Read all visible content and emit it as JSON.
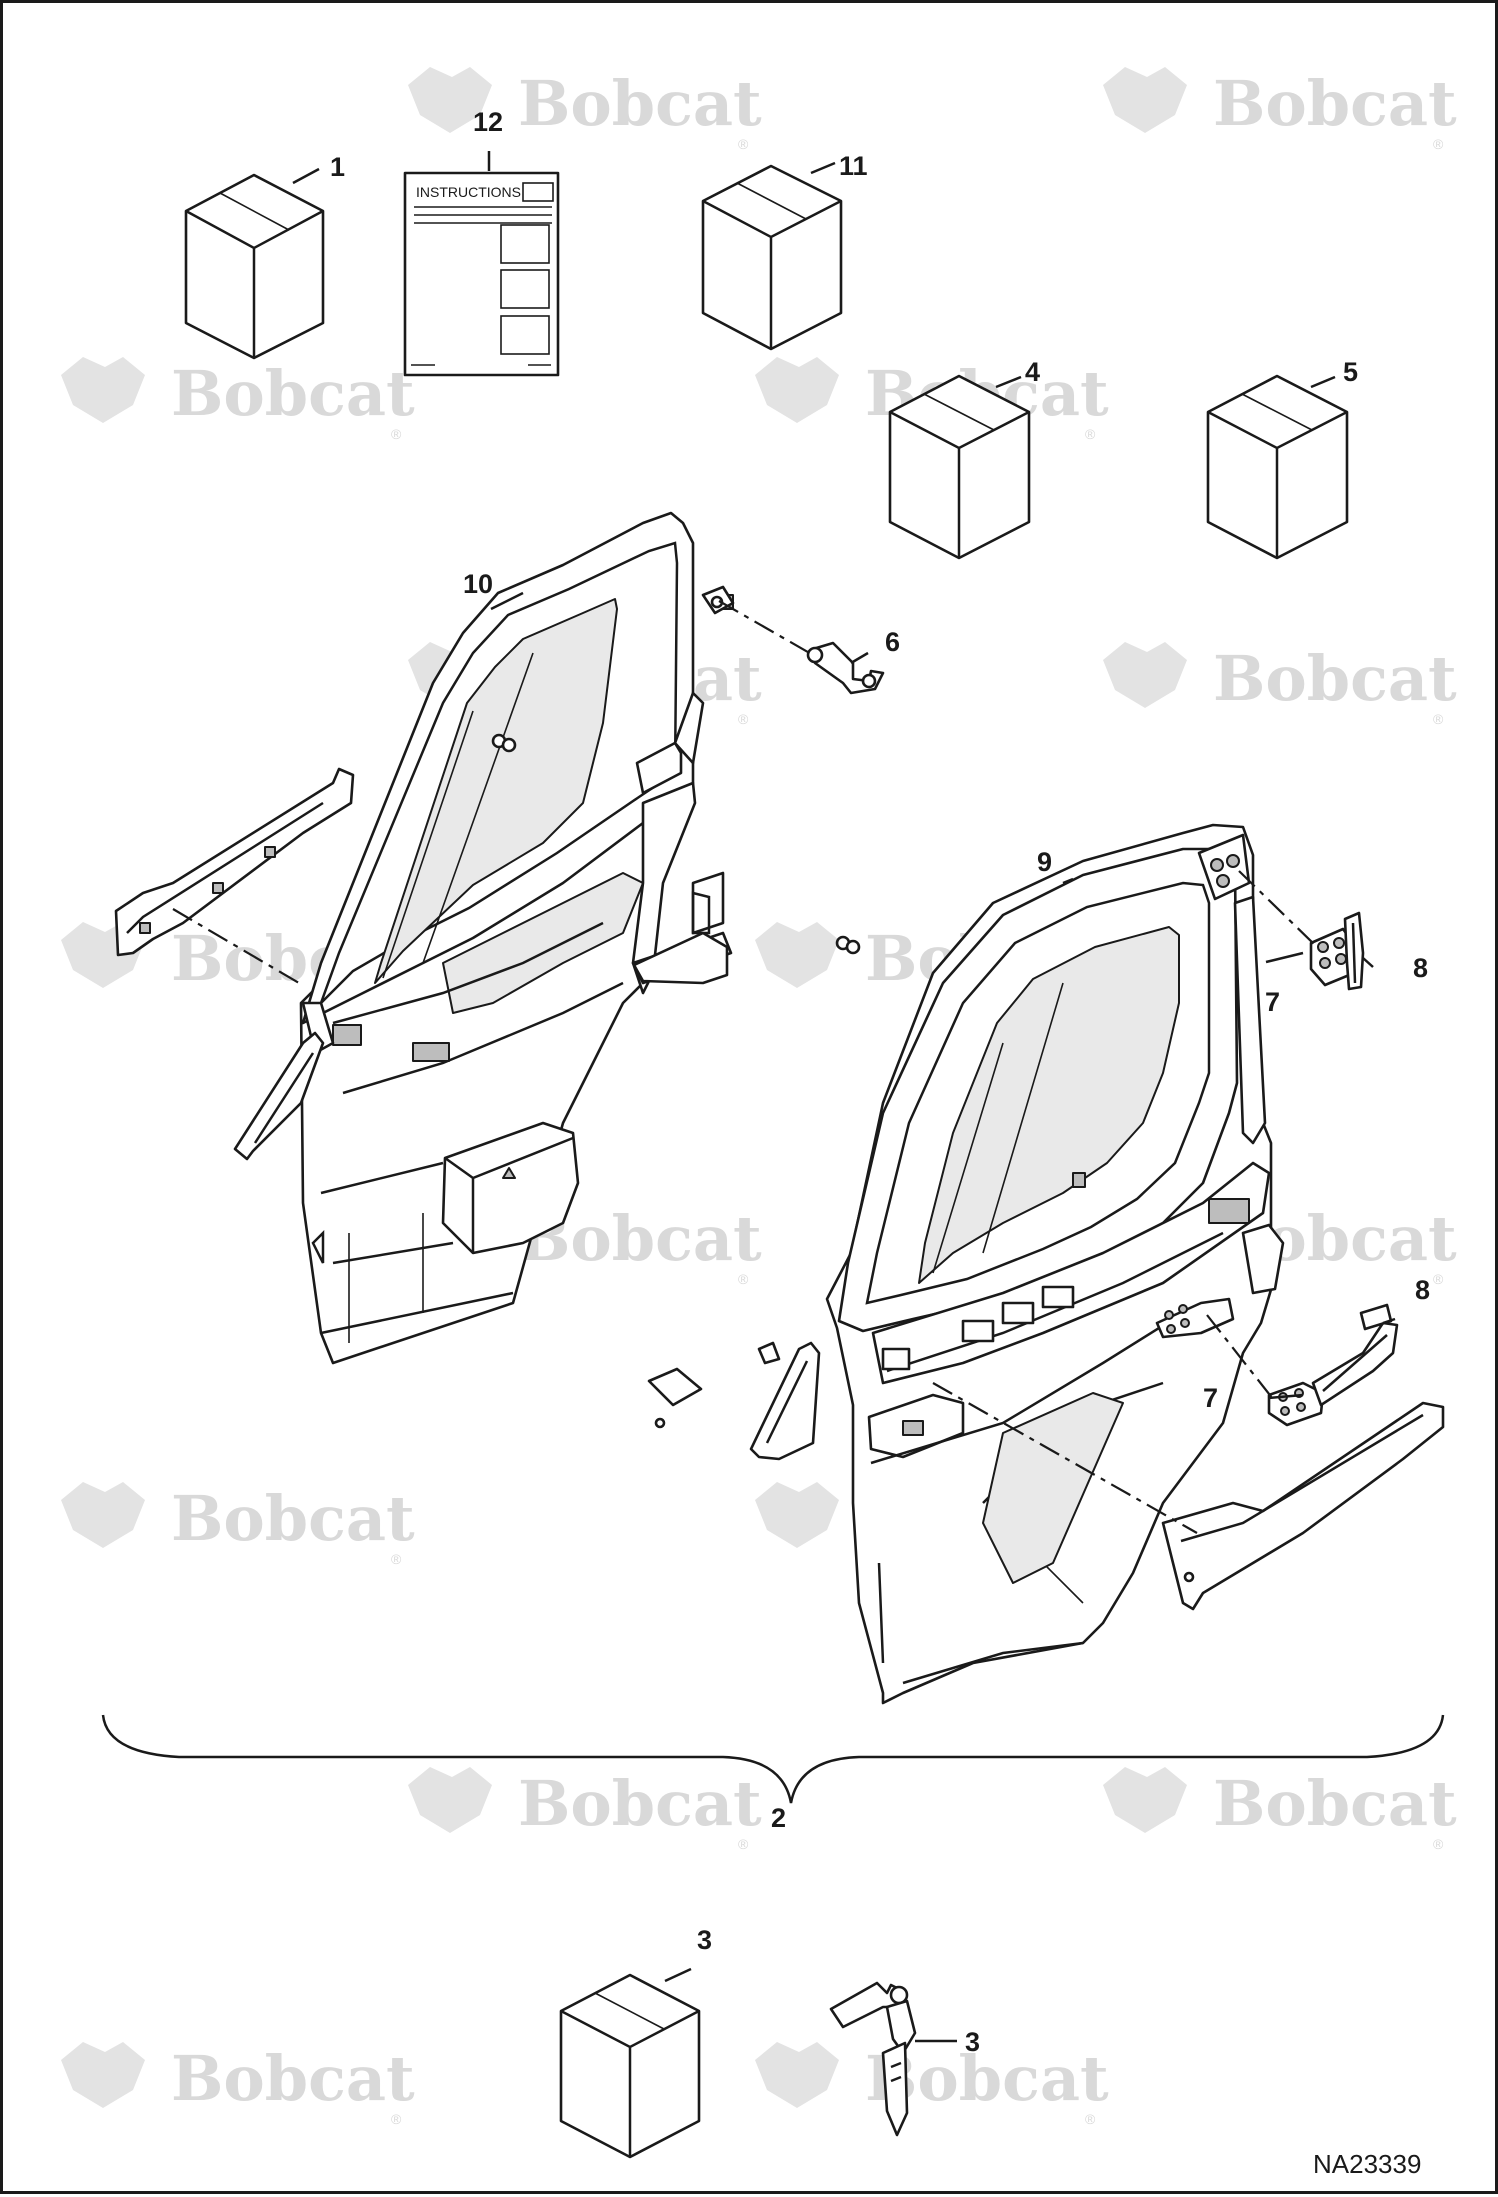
{
  "watermark": {
    "brand": "Bobcat",
    "registered": "®"
  },
  "instructions_sheet": {
    "heading": "INSTRUCTIONS"
  },
  "callouts": {
    "c1": "1",
    "c2": "2",
    "c3_box": "3",
    "c3_keys": "3",
    "c4": "4",
    "c5": "5",
    "c6": "6",
    "c7_upper": "7",
    "c7_lower": "7",
    "c8_upper": "8",
    "c8_lower": "8",
    "c9": "9",
    "c10": "10",
    "c11": "11",
    "c12": "12"
  },
  "figure_ref": "NA23339",
  "colors": {
    "line": "#1a1a1a",
    "watermark": "#d9d9d9",
    "shade": "#e9e9e9"
  }
}
